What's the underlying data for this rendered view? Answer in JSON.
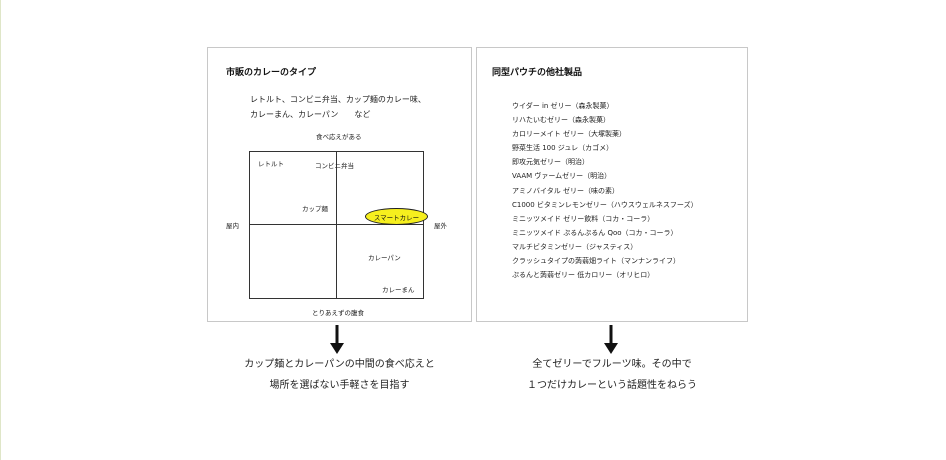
{
  "left_panel": {
    "title": "市販のカレーのタイプ",
    "intro_lines": [
      "レトルト、コンビニ弁当、カップ麺のカレー味、",
      "カレーまん、カレーパン　　など"
    ],
    "axes": {
      "top": "食べ応えがある",
      "bottom": "とりあえずの腹食",
      "left": "屋内",
      "right": "屋外"
    },
    "points": {
      "retort": "レトルト",
      "konbini_bento": "コンビニ弁当",
      "cup_men": "カップ麺",
      "smart_curry": "スマートカレー",
      "curry_pan": "カレーパン",
      "curry_man": "カレーまん"
    },
    "highlight_color": "#f6ef1e"
  },
  "right_panel": {
    "title": "同型パウチの他社製品",
    "products": [
      "ウイダー in ゼリー（森永製菓）",
      "リハたいむゼリー（森永製菓）",
      "カロリーメイト ゼリー（大塚製薬）",
      "野菜生活 100 ジュレ（カゴメ）",
      "即攻元気ゼリー（明治）",
      "VAAM ヴァームゼリー（明治）",
      "アミノバイタル ゼリー（味の素）",
      "C1000 ビタミンレモンゼリー（ハウスウェルネスフーズ）",
      "ミニッツメイド ゼリー飲料（コカ・コーラ）",
      "ミニッツメイド ぷるんぷるん Qoo（コカ・コーラ）",
      "マルチビタミンゼリー（ジャスティス）",
      "クラッシュタイプの蒟蒻畑ライト（マンナンライフ）",
      "ぷるんと蒟蒻ゼリー 低カロリー（オリヒロ）"
    ]
  },
  "captions": {
    "left": [
      "カップ麺とカレーパンの中間の食べ応えと",
      "場所を選ばない手軽さを目指す"
    ],
    "right": [
      "全てゼリーでフルーツ味。その中で",
      "１つだけカレーという話題性をねらう"
    ]
  },
  "icons": {
    "arrow": "down-arrow-icon"
  }
}
